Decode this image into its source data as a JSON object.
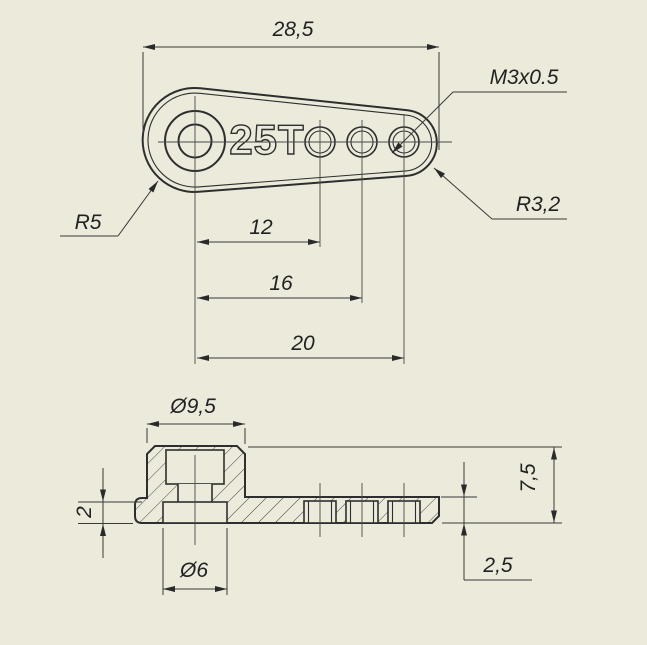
{
  "app": {
    "background_color": "#EBEADB",
    "line_color": "#2E2E2E",
    "text_color": "#222222"
  },
  "drawing": {
    "part_label": "25T",
    "top_view": {
      "dim_overall_length": "28,5",
      "dim_hole1_spacing": "12",
      "dim_hole2_spacing": "16",
      "dim_hole3_spacing": "20",
      "label_hub_radius": "R5",
      "label_thread": "M3x0.5",
      "label_tip_radius": "R3,2"
    },
    "side_view": {
      "dim_hub_diameter": "Ø9,5",
      "dim_total_height": "7,5",
      "dim_flange_thickness": "2",
      "dim_boss_diameter": "Ø6",
      "dim_arm_thickness": "2,5"
    }
  }
}
